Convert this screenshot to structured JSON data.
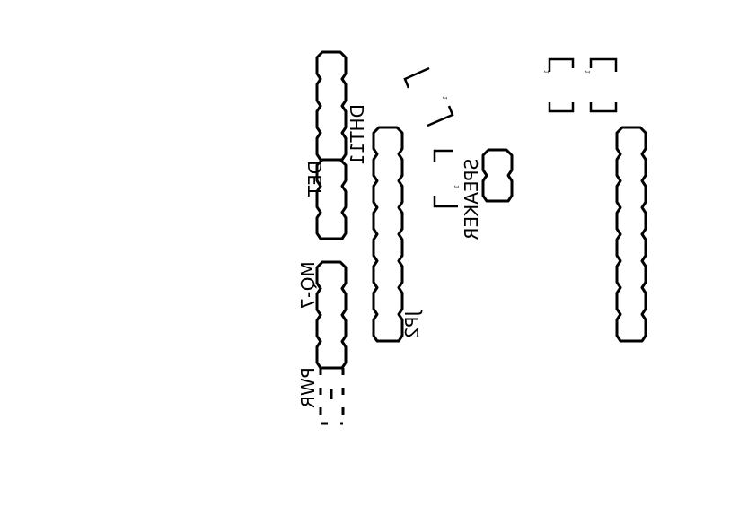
{
  "title": "",
  "labels": {
    "det": "DET",
    "dht11": "DHT11",
    "mq7": "MQ-7",
    "pwr": "PWR",
    "jp2": "JP2",
    "speaker": "SPEAKER",
    "pin_one": "1"
  },
  "colors": {
    "ink": "#000000",
    "background": "#ffffff"
  }
}
